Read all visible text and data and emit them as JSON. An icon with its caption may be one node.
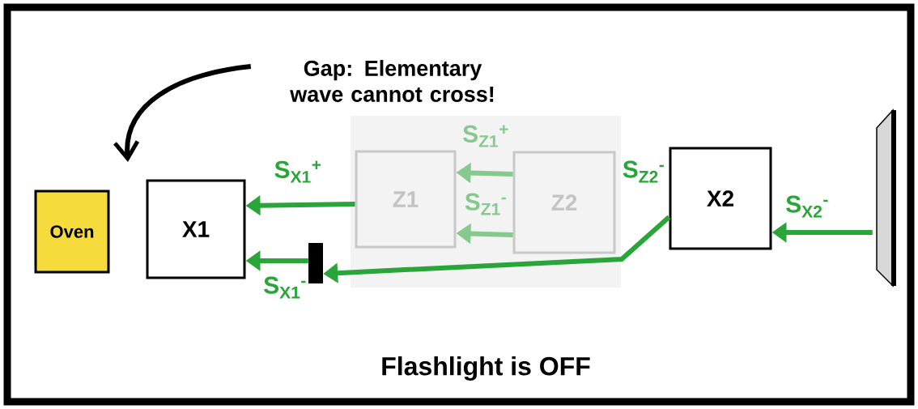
{
  "diagram": {
    "caption": "Flashlight is OFF",
    "nodes": [
      {
        "text": [
          "Gap: Elementary wave cannot cross!"
        ]
      },
      {
        "text": [
          "Oven"
        ]
      },
      {
        "text": [
          "X1"
        ]
      },
      {
        "text": [],
        "shape": "box"
      },
      {
        "text": [
          "Z1"
        ],
        "in": 3
      },
      {
        "text": [
          "Z2"
        ],
        "in": 3
      },
      {
        "text": [],
        "shape": "bar"
      },
      {
        "text": [
          "X2"
        ]
      },
      {
        "text": [],
        "shape": "mirror"
      }
    ],
    "edges": [
      {
        "from": 4,
        "to": 2,
        "arrow": "to",
        "label": "S$_{X1}$$^{+}$"
      },
      {
        "from": 5,
        "to": 4,
        "arrow": "to",
        "label": "S$_{Z1}$$^{+}$",
        "color": "#86c98f"
      },
      {
        "from": 5,
        "to": 4,
        "arrow": "to",
        "label": "S$_{Z1}$$^{-}$",
        "color": "#86c98f"
      },
      {
        "from": 7,
        "to": 6,
        "arrow": "to",
        "label": "S$_{Z2}$$^{-}$"
      },
      {
        "from": 6,
        "to": 2,
        "arrow": "to",
        "label": "S$_{X1}$$^{-}$"
      },
      {
        "from": 8,
        "to": 7,
        "arrow": "to",
        "label": "S$_{X2}$$^{-}$"
      },
      {
        "from": 0,
        "to": null,
        "arrow": "to",
        "color": "#000000"
      }
    ]
  }
}
